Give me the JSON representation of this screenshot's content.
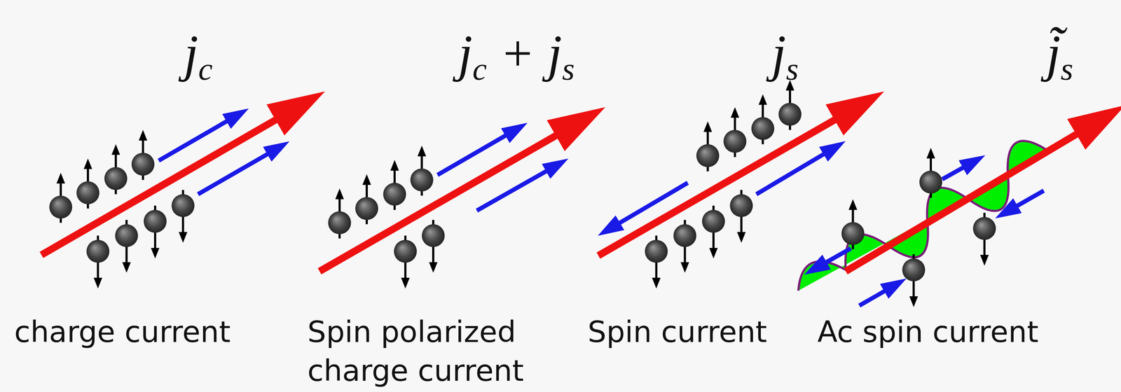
{
  "diagram": {
    "labels": [
      "jc",
      "jc + js",
      "js",
      "j̃s",
      "charge current",
      "Spin polarized charge current",
      "Spin current",
      "Ac spin current"
    ]
  }
}
